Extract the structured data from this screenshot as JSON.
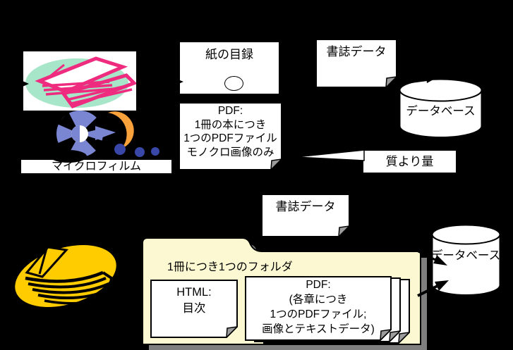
{
  "slide": {
    "background": "#000000",
    "colors": {
      "accent_pink": "#EE2B7E",
      "teal": "#A7E6C9",
      "periwinkle": "#7B86D2",
      "orange": "#F9A23C",
      "navy": "#3847A8",
      "gold": "#FFCC00",
      "folder_yellow": "#FCF9D2",
      "shadow_gray": "#7F7F7F",
      "note_white": "#FFFFFF"
    }
  },
  "top_flow": {
    "microfilm_label": "マイクロフィルム",
    "paper_catalog_label": "紙の目録",
    "pdf_note_lines": [
      "PDF:",
      "1冊の本につき",
      "1つのPDFファイル",
      "モノクロ画像のみ"
    ],
    "biblio_note_label": "書誌データ",
    "database_label": "データベース",
    "quality_callout_label": "質より量"
  },
  "bottom_flow": {
    "biblio_note_label": "書誌データ",
    "database_label": "データベース",
    "folder_title": "1冊につき1つのフォルダ",
    "html_note_lines": [
      "HTML:",
      "目次"
    ],
    "pdf_note_lines": [
      "PDF:",
      "(各章につき",
      "1つのPDFファイル;",
      "画像とテキストデータ)"
    ]
  }
}
